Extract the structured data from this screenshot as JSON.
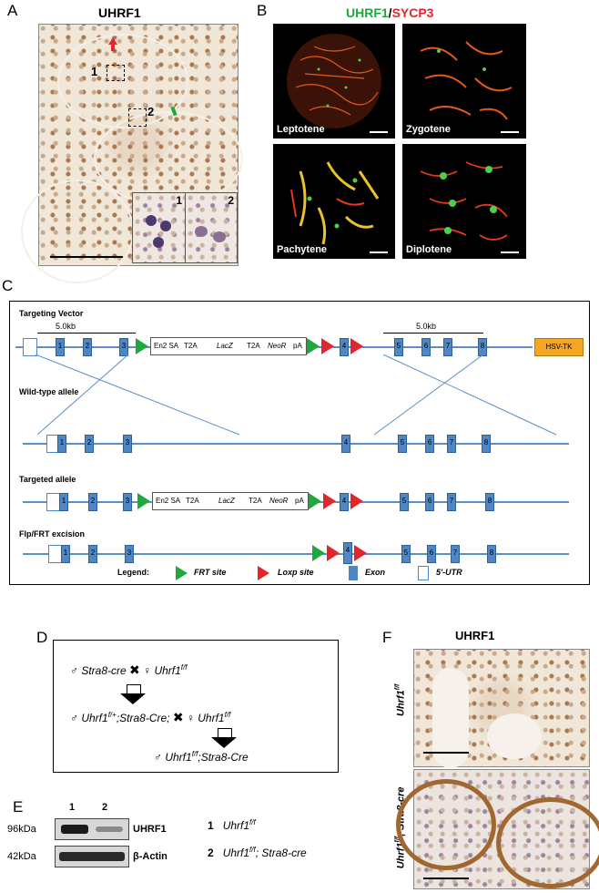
{
  "panels": {
    "a": "A",
    "b": "B",
    "c": "C",
    "d": "D",
    "e": "E",
    "f": "F"
  },
  "panel_a": {
    "title": "UHRF1",
    "box1": "1",
    "box2": "2",
    "inset1": "1",
    "inset2": "2"
  },
  "panel_b": {
    "title_green": "UHRF1",
    "title_slash": "/",
    "title_red": "SYCP3",
    "stages": [
      "Leptotene",
      "Zygotene",
      "Pachytene",
      "Diplotene"
    ]
  },
  "panel_c": {
    "targeting_vector": "Targeting Vector",
    "wild_type": "Wild-type allele",
    "targeted": "Targeted allele",
    "flp": "Flp/FRT excision",
    "size_left": "5.0kb",
    "size_right": "5.0kb",
    "hsv": "HSV-TK",
    "cassette": [
      "En2 SA",
      "T2A",
      "LacZ",
      "T2A",
      "NeoR",
      "pA"
    ],
    "legend_title": "Legend:",
    "legend_frt": "FRT site",
    "legend_loxp": "Loxp site",
    "legend_exon": "Exon",
    "legend_utr": "5'-UTR",
    "exons": [
      "1",
      "2",
      "3",
      "4",
      "5",
      "6",
      "7",
      "8"
    ]
  },
  "panel_d": {
    "line1_male": "♂ Stra8-cre",
    "cross": "✖",
    "line1_female": "♀ Uhrf1",
    "line1_sup": "f/f",
    "line2_male": "♂ Uhrf1",
    "line2_sup": "f/+",
    "line2_rest": ";Stra8-Cre;",
    "line2_female": "♀ Uhrf1",
    "line2_fsup": "f/f",
    "line3": "♂ Uhrf1",
    "line3_sup": "f/f",
    "line3_rest": ";Stra8-Cre"
  },
  "panel_e": {
    "lane1": "1",
    "lane2": "2",
    "mw1": "96kDa",
    "mw2": "42kDa",
    "band1": "UHRF1",
    "band2": "β-Actin",
    "g1_num": "1",
    "g1": "Uhrf1",
    "g1_sup": "f/f",
    "g2_num": "2",
    "g2": "Uhrf1",
    "g2_sup": "f/f",
    "g2_rest": "; Stra8-cre"
  },
  "panel_f": {
    "title": "UHRF1",
    "top_label": "Uhrf1",
    "top_sup": "f/f",
    "bottom_label": "Uhrf1",
    "bottom_sup": "f/f",
    "bottom_rest": "; Stra8-cre"
  },
  "colors": {
    "green": "#1fa83c",
    "red": "#e3262b",
    "exon": "#4f86c6",
    "hsv": "#f5a623"
  }
}
